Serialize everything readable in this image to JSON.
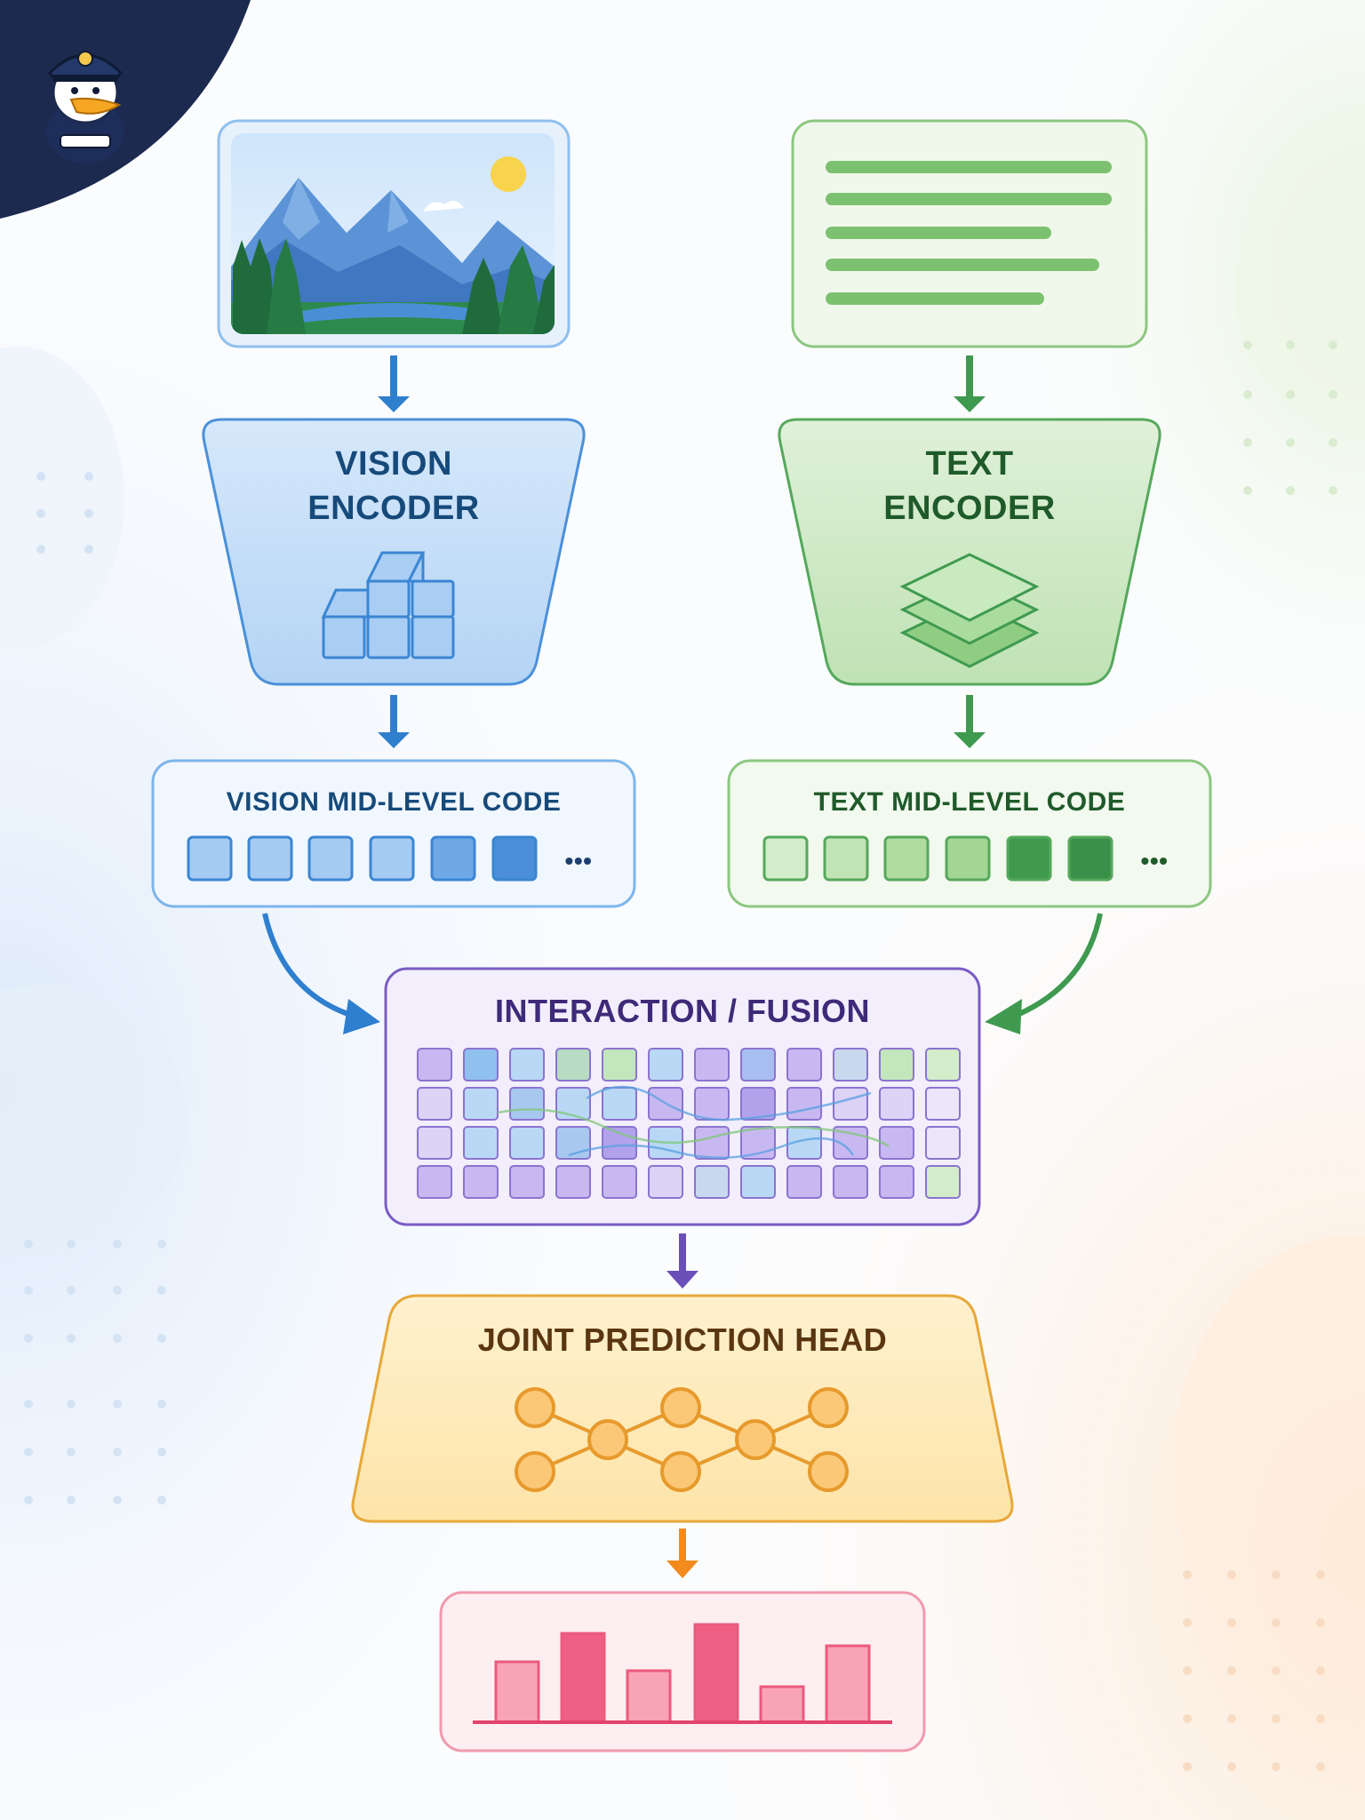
{
  "vision_branch": {
    "encoder_title_line1": "VISION",
    "encoder_title_line2": "ENCODER",
    "code_title": "VISION MID-LEVEL CODE",
    "code_ellipsis": "•••",
    "color": "#2f7fcf",
    "icon": "landscape-image-icon"
  },
  "text_branch": {
    "encoder_title_line1": "TEXT",
    "encoder_title_line2": "ENCODER",
    "code_title": "TEXT MID-LEVEL CODE",
    "code_ellipsis": "•••",
    "color": "#3f9a4f",
    "icon": "text-document-icon"
  },
  "fusion": {
    "title": "INTERACTION / FUSION",
    "color": "#6b4fb8"
  },
  "head": {
    "title": "JOINT PREDICTION HEAD",
    "color": "#e7a83a",
    "icon": "network-graph-icon"
  },
  "output": {
    "icon": "bar-chart-icon",
    "color": "#f0577e"
  },
  "mascot": {
    "icon": "duck-captain-mascot"
  }
}
